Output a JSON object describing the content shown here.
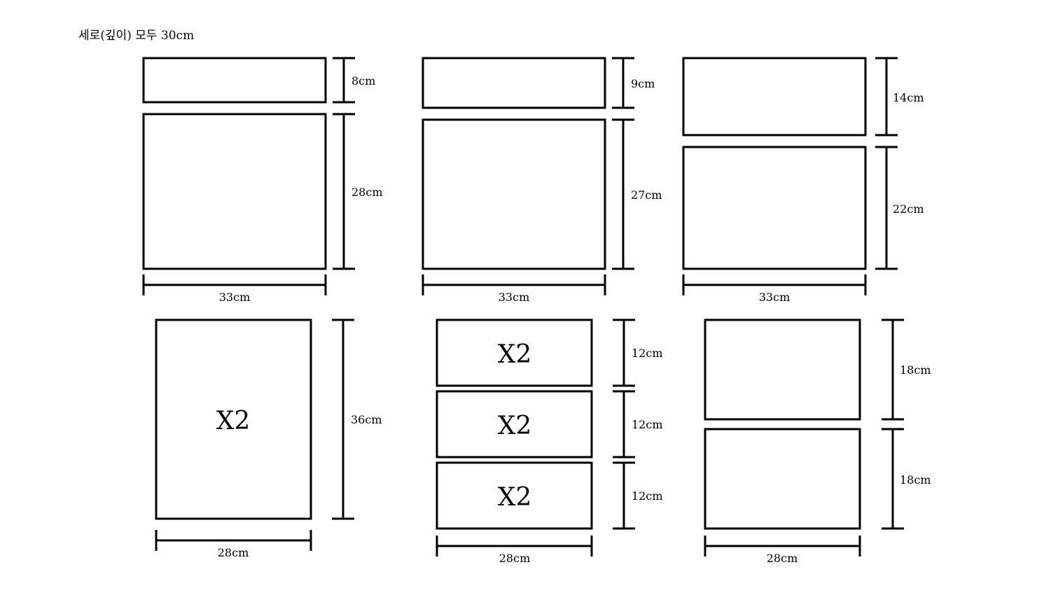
{
  "note": "세로(깊이) 모두 30cm",
  "colors": {
    "stroke": "#000000",
    "background": "#ffffff"
  },
  "units": {
    "u1": {
      "width": "33cm",
      "top": "8cm",
      "bottom": "28cm"
    },
    "u2": {
      "width": "33cm",
      "top": "9cm",
      "bottom": "27cm"
    },
    "u3": {
      "width": "33cm",
      "top": "14cm",
      "bottom": "22cm"
    },
    "u4": {
      "width": "28cm",
      "height": "36cm",
      "qty": "X2"
    },
    "u5": {
      "width": "28cm",
      "h1": "12cm",
      "h2": "12cm",
      "h3": "12cm",
      "q1": "X2",
      "q2": "X2",
      "q3": "X2"
    },
    "u6": {
      "width": "28cm",
      "top": "18cm",
      "bottom": "18cm"
    }
  }
}
